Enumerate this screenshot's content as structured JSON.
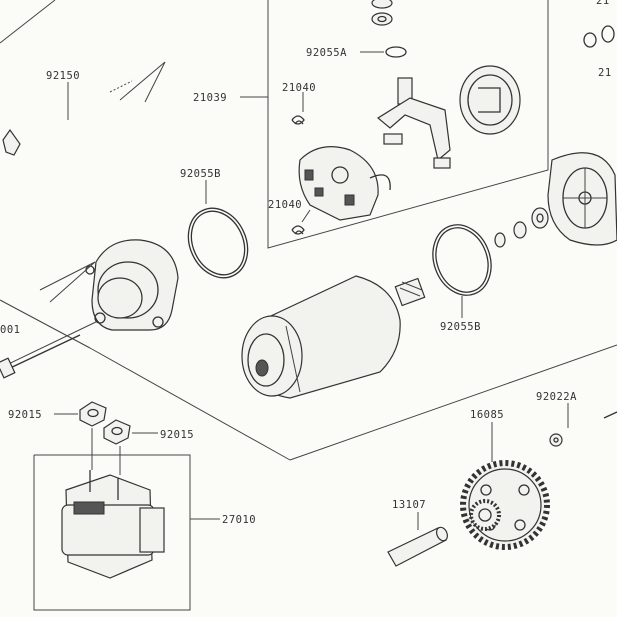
{
  "labels": {
    "p92150": "92150",
    "p21039": "21039",
    "p92055a": "92055A",
    "p21040_top": "21040",
    "p21040_bottom": "21040",
    "p92055b_left": "92055B",
    "p92055b_right": "92055B",
    "p001": "001",
    "p92015_left": "92015",
    "p92015_right": "92015",
    "p27010": "27010",
    "p16085": "16085",
    "p92022a": "92022A",
    "p13107": "13107",
    "p21_top": "21",
    "p21_right": "21"
  }
}
